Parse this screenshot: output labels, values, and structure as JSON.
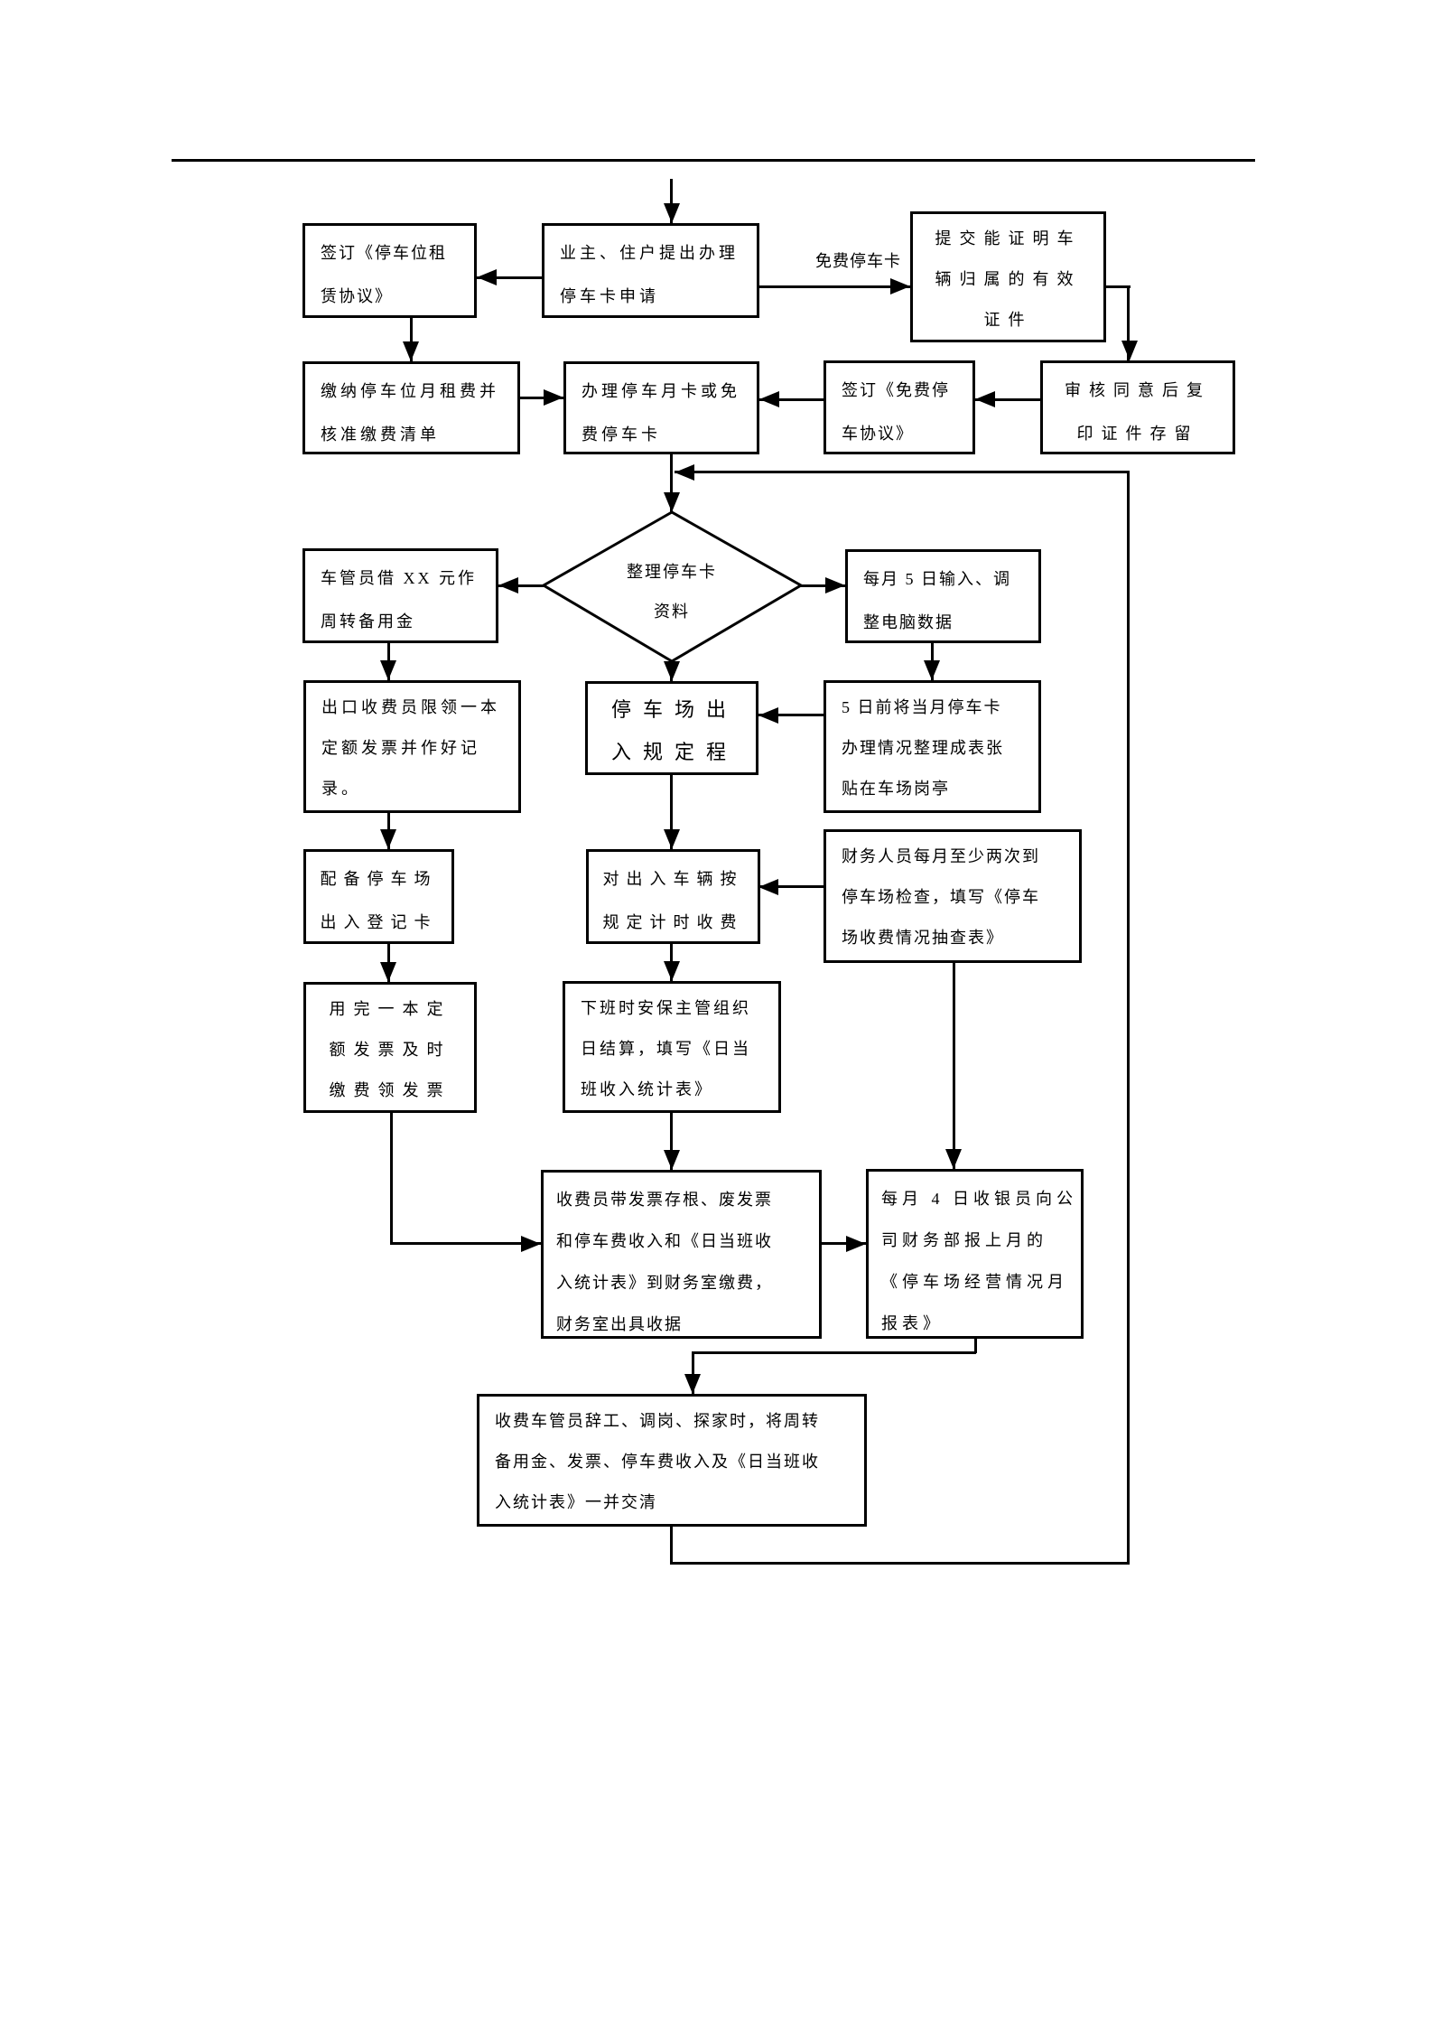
{
  "flowchart": {
    "edge_labels": {
      "free_parking": "免费停车卡"
    },
    "decision": {
      "lines": [
        "整理停车卡",
        "资料"
      ]
    },
    "nodes": {
      "sign_rental_agreement": {
        "lines": [
          "签订《停车位租",
          "赁协议》"
        ]
      },
      "owner_apply": {
        "lines": [
          "业主、住户提出办理",
          "停车卡申请"
        ]
      },
      "submit_proof": {
        "lines": [
          "提交能证明车",
          "辆归属的有效",
          "证件"
        ]
      },
      "review_and_copy": {
        "lines": [
          "审核同意后复",
          "印证件存留"
        ]
      },
      "sign_free_agreement": {
        "lines": [
          "签订《免费停",
          "车协议》"
        ]
      },
      "handle_card": {
        "lines": [
          "办理停车月卡或免",
          "费停车卡"
        ]
      },
      "pay_monthly_fee": {
        "lines": [
          "缴纳停车位月租费并",
          "核准缴费清单"
        ]
      },
      "manager_borrow_fund": {
        "lines": [
          "车管员借 XX 元作",
          "周转备用金"
        ]
      },
      "monthly_input_data": {
        "lines": [
          "每月 5 日输入、调",
          "整电脑数据"
        ]
      },
      "inout_rules": {
        "lines": [
          "停车场出",
          "入规定程"
        ]
      },
      "exit_cashier_invoice": {
        "lines": [
          "出口收费员限领一本",
          "定额发票并作好记",
          "录。"
        ]
      },
      "post_table_before_5th": {
        "lines": [
          "5 日前将当月停车卡",
          "办理情况整理成表张",
          "贴在车场岗亭"
        ]
      },
      "prepare_register_card": {
        "lines": [
          "配备停车场",
          "出入登记卡"
        ]
      },
      "charge_by_time": {
        "lines": [
          "对出入车辆按",
          "规定计时收费"
        ]
      },
      "finance_spot_check": {
        "lines": [
          "财务人员每月至少两次到",
          "停车场检查，填写《停车",
          "场收费情况抽查表》"
        ]
      },
      "renew_invoice": {
        "lines": [
          "用完一本定",
          "额发票及时",
          "缴费领发票"
        ]
      },
      "daily_settlement": {
        "lines": [
          "下班时安保主管组织",
          "日结算，填写《日当",
          "班收入统计表》"
        ]
      },
      "submit_to_finance": {
        "lines": [
          "收费员带发票存根、废发票",
          "和停车费收入和《日当班收",
          "入统计表》到财务室缴费，",
          "财务室出具收据"
        ]
      },
      "monthly_report": {
        "lines": [
          "每月 4 日收银员向公",
          "司财务部报上月的",
          "《停车场经营情况月",
          "报表》"
        ]
      },
      "handover_on_leave": {
        "lines": [
          "收费车管员辞工、调岗、探家时，将周转",
          "备用金、发票、停车费收入及《日当班收",
          "入统计表》一并交清"
        ]
      }
    }
  }
}
